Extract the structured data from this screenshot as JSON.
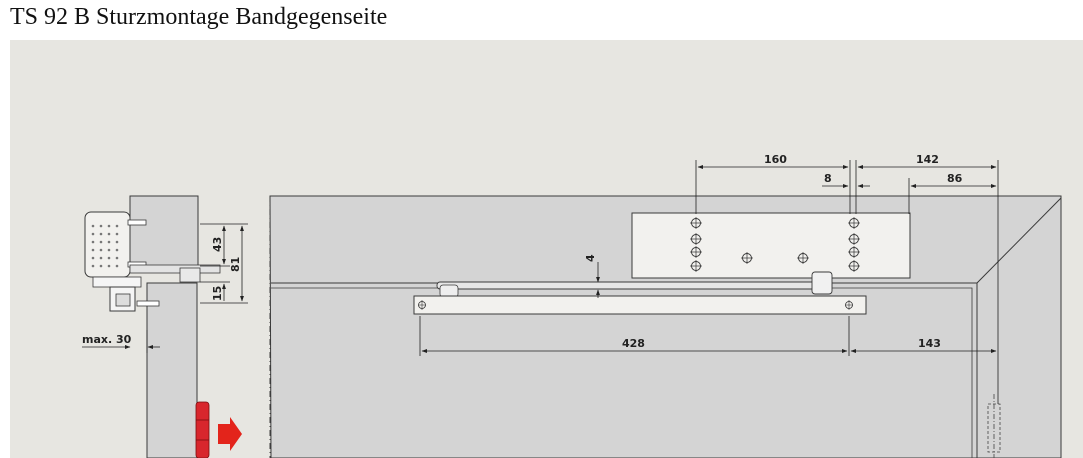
{
  "title": "TS 92 B Sturzmontage Bandgegenseite",
  "colors": {
    "panel_bg": "#e7e6e1",
    "part_fill": "#d7d7d7",
    "body_fill": "#f2f1ee",
    "line": "#3a3a3a",
    "hinge_red": "#d8262d",
    "arrow_red": "#e3241b"
  },
  "dimensions": {
    "d160": "160",
    "d142": "142",
    "d8": "8",
    "d86": "86",
    "d4": "4",
    "d428": "428",
    "d143": "143",
    "d43": "43",
    "d81": "81",
    "d15": "15",
    "dmax30": "max. 30"
  }
}
